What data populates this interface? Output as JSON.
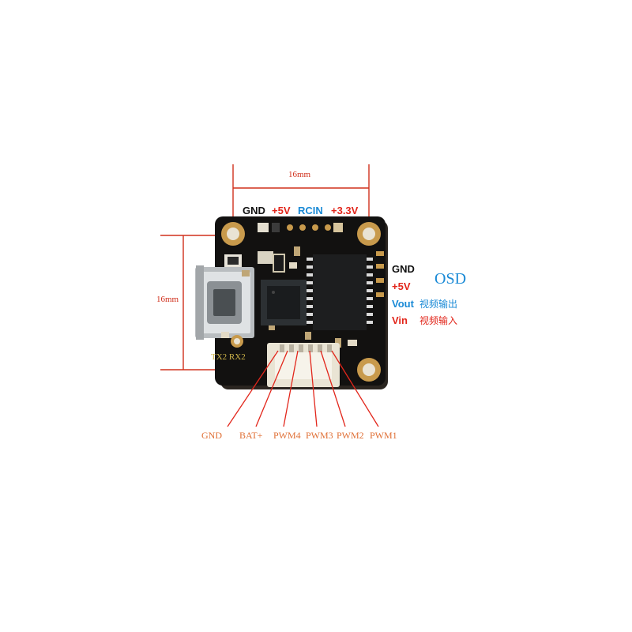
{
  "colors": {
    "red": "#e2261b",
    "blue": "#1a8ad6",
    "black": "#111111",
    "pin_orange": "#e07036",
    "dim_red": "#d0301c",
    "board": "#111111",
    "gold": "#c89a4c"
  },
  "dimensions": {
    "top": "16mm",
    "left": "16mm"
  },
  "top_header": {
    "gnd": "GND",
    "v5": "+5V",
    "rcin": "RCIN",
    "v33": "+3.3V"
  },
  "right_header": {
    "gnd": "GND",
    "v5": "+5V",
    "vout": "Vout",
    "vout_cn": "视频输出",
    "vin": "Vin",
    "vin_cn": "视频输入",
    "osd": "OSD"
  },
  "silkscreen": {
    "tx_rx": "TX2 RX2"
  },
  "bottom_pins": [
    "GND",
    "BAT+",
    "PWM4",
    "PWM3",
    "PWM2",
    "PWM1"
  ],
  "icons": [
    "usb-port-icon",
    "osd-chip-icon",
    "mcu-chip-icon",
    "mounting-hole-icon"
  ]
}
